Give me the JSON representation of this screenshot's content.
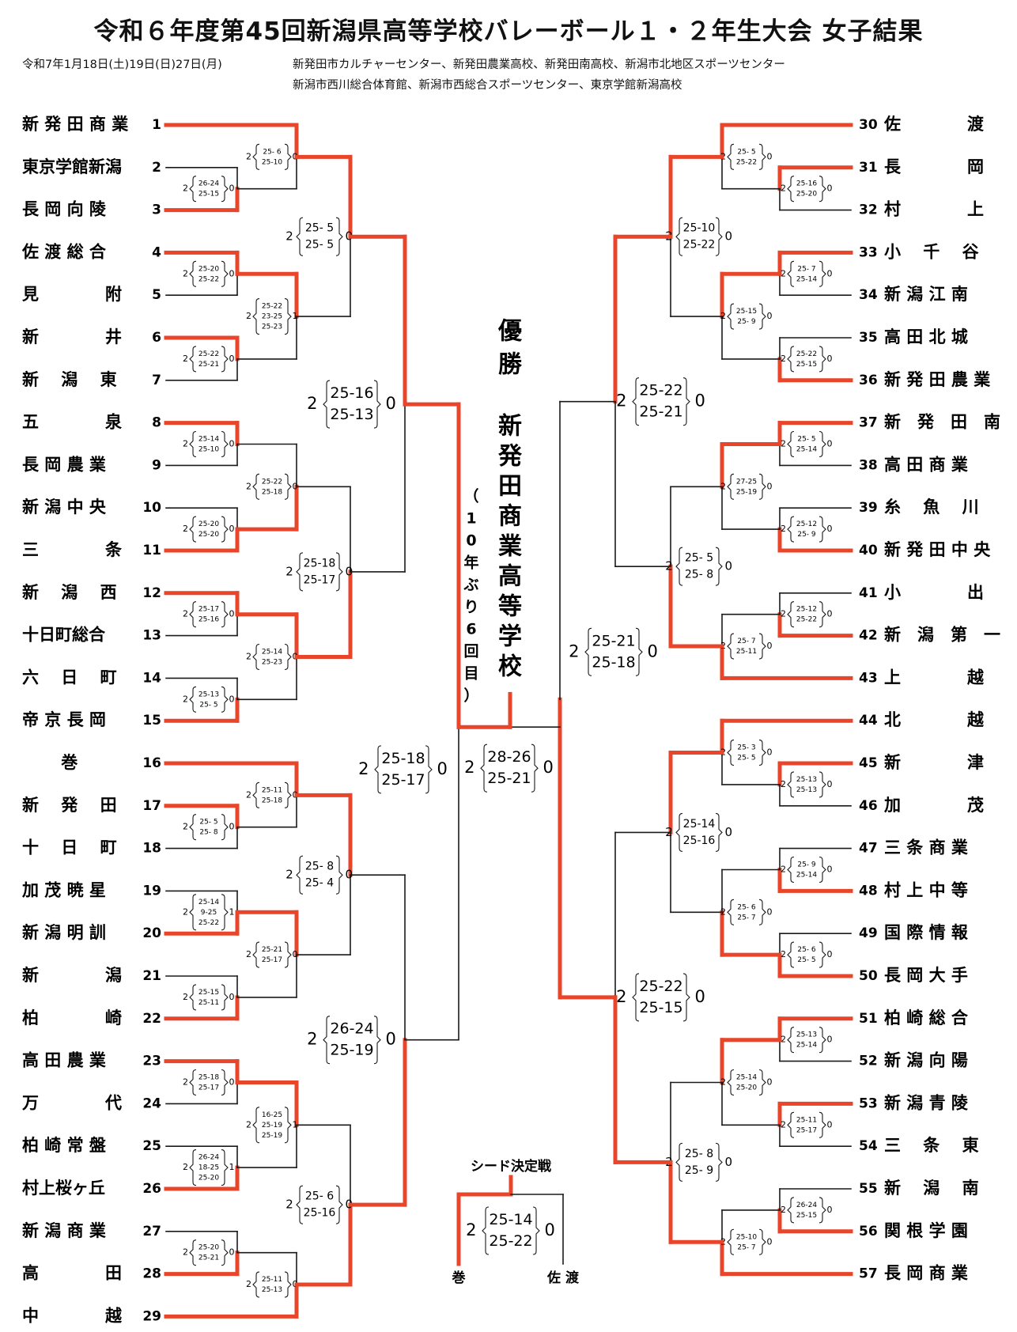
{
  "header": {
    "title": "令和６年度第45回新潟県高等学校バレーボール１・２年生大会 女子結果",
    "dates": "令和7年1月18日(土)19日(日)27日(月)",
    "venue_line1": "新発田市カルチャーセンター、新発田農業高校、新発田南高校、新潟市北地区スポーツセンター",
    "venue_line2": "新潟市西川総合体育館、新潟市西総合スポーツセンター、東京学館新潟高校"
  },
  "colors": {
    "win": "#e8452a",
    "line": "#1a1a1a"
  },
  "left_teams": [
    {
      "num": "1",
      "name": "新 発 田 商 業"
    },
    {
      "num": "2",
      "name": "東京学館新潟"
    },
    {
      "num": "3",
      "name": "長 岡 向 陵"
    },
    {
      "num": "4",
      "name": "佐 渡 総 合"
    },
    {
      "num": "5",
      "name": "見　　　　附"
    },
    {
      "num": "6",
      "name": "新　　　　井"
    },
    {
      "num": "7",
      "name": "新　 潟　 東"
    },
    {
      "num": "8",
      "name": "五　　　　泉"
    },
    {
      "num": "9",
      "name": "長 岡 農 業"
    },
    {
      "num": "10",
      "name": "新 潟 中 央"
    },
    {
      "num": "11",
      "name": "三　　　　条"
    },
    {
      "num": "12",
      "name": "新　 潟　 西"
    },
    {
      "num": "13",
      "name": "十日町総合"
    },
    {
      "num": "14",
      "name": "六　 日　 町"
    },
    {
      "num": "15",
      "name": "帝 京 長 岡"
    },
    {
      "num": "16",
      "name": "　　 巻"
    },
    {
      "num": "17",
      "name": "新　 発　 田"
    },
    {
      "num": "18",
      "name": "十　 日　 町"
    },
    {
      "num": "19",
      "name": "加 茂 暁 星"
    },
    {
      "num": "20",
      "name": "新 潟 明 訓"
    },
    {
      "num": "21",
      "name": "新　　　　潟"
    },
    {
      "num": "22",
      "name": "柏　　　　崎"
    },
    {
      "num": "23",
      "name": "高 田 農 業"
    },
    {
      "num": "24",
      "name": "万　　　　代"
    },
    {
      "num": "25",
      "name": "柏 崎 常 盤"
    },
    {
      "num": "26",
      "name": "村上桜ヶ丘"
    },
    {
      "num": "27",
      "name": "新 潟 商 業"
    },
    {
      "num": "28",
      "name": "高　　　　田"
    },
    {
      "num": "29",
      "name": "中　　　　越"
    }
  ],
  "right_teams": [
    {
      "num": "30",
      "name": "佐　　　　渡"
    },
    {
      "num": "31",
      "name": "長　　　　岡"
    },
    {
      "num": "32",
      "name": "村　　　　上"
    },
    {
      "num": "33",
      "name": "小　 千　 谷"
    },
    {
      "num": "34",
      "name": "新 潟 江 南"
    },
    {
      "num": "35",
      "name": "高 田 北 城"
    },
    {
      "num": "36",
      "name": "新 発 田 農 業"
    },
    {
      "num": "37",
      "name": "新　発　田　南"
    },
    {
      "num": "38",
      "name": "高 田 商 業"
    },
    {
      "num": "39",
      "name": "糸　 魚　 川"
    },
    {
      "num": "40",
      "name": "新 発 田 中 央"
    },
    {
      "num": "41",
      "name": "小　　　　出"
    },
    {
      "num": "42",
      "name": "新　潟　第　一"
    },
    {
      "num": "43",
      "name": "上　　　　越"
    },
    {
      "num": "44",
      "name": "北　　　　越"
    },
    {
      "num": "45",
      "name": "新　　　　津"
    },
    {
      "num": "46",
      "name": "加　　　　茂"
    },
    {
      "num": "47",
      "name": "三 条 商 業"
    },
    {
      "num": "48",
      "name": "村 上 中 等"
    },
    {
      "num": "49",
      "name": "国 際 情 報"
    },
    {
      "num": "50",
      "name": "長 岡 大 手"
    },
    {
      "num": "51",
      "name": "柏 崎 総 合"
    },
    {
      "num": "52",
      "name": "新 潟 向 陽"
    },
    {
      "num": "53",
      "name": "新 潟 青 陵"
    },
    {
      "num": "54",
      "name": "三　 条　 東"
    },
    {
      "num": "55",
      "name": "新　 潟　 南"
    },
    {
      "num": "56",
      "name": "関 根 学 園"
    },
    {
      "num": "57",
      "name": "長 岡 商 業"
    }
  ],
  "champion": {
    "label": "優勝",
    "name": "新発田商業高等学校",
    "note": "（10年ぶり6回目）"
  },
  "seed_match": {
    "label": "シード決定戦",
    "left": "巻",
    "right": "佐 渡",
    "sets": [
      "25-14",
      "25-22"
    ],
    "left_sets_won": "2",
    "right_sets_won": "0"
  },
  "scores": {
    "L_r1": [
      {
        "sets": [
          "26-24",
          "25-15"
        ],
        "w": "2",
        "l": "0"
      },
      {
        "sets": [
          "25-20",
          "25-22"
        ],
        "w": "2",
        "l": "0"
      },
      {
        "sets": [
          "25-22",
          "25-21"
        ],
        "w": "2",
        "l": "0"
      },
      {
        "sets": [
          "25-14",
          "25-10"
        ],
        "w": "2",
        "l": "0"
      },
      {
        "sets": [
          "25-20",
          "25-20"
        ],
        "w": "2",
        "l": "0"
      },
      {
        "sets": [
          "25-17",
          "25-16"
        ],
        "w": "2",
        "l": "0"
      },
      {
        "sets": [
          "25-13",
          "25- 5"
        ],
        "w": "2",
        "l": "0"
      },
      {
        "sets": [
          "25- 5",
          "25- 8"
        ],
        "w": "2",
        "l": "0"
      },
      {
        "sets": [
          "25-14",
          "9-25",
          "25-22"
        ],
        "w": "2",
        "l": "1"
      },
      {
        "sets": [
          "25-15",
          "25-11"
        ],
        "w": "2",
        "l": "0"
      },
      {
        "sets": [
          "25-18",
          "25-17"
        ],
        "w": "2",
        "l": "0"
      },
      {
        "sets": [
          "26-24",
          "18-25",
          "25-20"
        ],
        "w": "2",
        "l": "1"
      },
      {
        "sets": [
          "25-20",
          "25-21"
        ],
        "w": "2",
        "l": "0"
      }
    ],
    "L_r2": [
      {
        "sets": [
          "25- 6",
          "25-10"
        ],
        "w": "2",
        "l": "0"
      },
      {
        "sets": [
          "25-22",
          "23-25",
          "25-23"
        ],
        "w": "2",
        "l": "1"
      },
      {
        "sets": [
          "25-22",
          "25-18"
        ],
        "w": "2",
        "l": "0"
      },
      {
        "sets": [
          "25-14",
          "25-23"
        ],
        "w": "2",
        "l": "0"
      },
      {
        "sets": [
          "25-11",
          "25-18"
        ],
        "w": "2",
        "l": "0"
      },
      {
        "sets": [
          "25-21",
          "25-17"
        ],
        "w": "2",
        "l": "0"
      },
      {
        "sets": [
          "16-25",
          "25-19",
          "25-19"
        ],
        "w": "2",
        "l": "1"
      },
      {
        "sets": [
          "25-11",
          "25-13"
        ],
        "w": "2",
        "l": "0"
      }
    ],
    "L_r3": [
      {
        "sets": [
          "25- 5",
          "25- 5"
        ],
        "w": "2",
        "l": "0"
      },
      {
        "sets": [
          "25-18",
          "25-17"
        ],
        "w": "2",
        "l": "0"
      },
      {
        "sets": [
          "25- 8",
          "25- 4"
        ],
        "w": "2",
        "l": "0"
      },
      {
        "sets": [
          "25- 6",
          "25-16"
        ],
        "w": "2",
        "l": "0"
      }
    ],
    "L_r4": [
      {
        "sets": [
          "25-16",
          "25-13"
        ],
        "w": "2",
        "l": "0"
      },
      {
        "sets": [
          "26-24",
          "25-19"
        ],
        "w": "2",
        "l": "0"
      }
    ],
    "L_semi": {
      "sets": [
        "25-18",
        "25-17"
      ],
      "w": "2",
      "l": "0"
    },
    "final": {
      "sets": [
        "28-26",
        "25-21"
      ],
      "w": "2",
      "l": "0"
    },
    "R_semi": {
      "sets": [
        "25-21",
        "25-18"
      ],
      "w": "2",
      "l": "0"
    },
    "R_r4": [
      {
        "sets": [
          "25-22",
          "25-21"
        ],
        "w": "2",
        "l": "0"
      },
      {
        "sets": [
          "25-22",
          "25-15"
        ],
        "w": "2",
        "l": "0"
      }
    ],
    "R_r3": [
      {
        "sets": [
          "25-10",
          "25-22"
        ],
        "w": "2",
        "l": "0"
      },
      {
        "sets": [
          "25- 5",
          "25- 8"
        ],
        "w": "2",
        "l": "0"
      },
      {
        "sets": [
          "25-14",
          "25-16"
        ],
        "w": "2",
        "l": "0"
      },
      {
        "sets": [
          "25- 8",
          "25- 9"
        ],
        "w": "2",
        "l": "0"
      }
    ],
    "R_r2": [
      {
        "sets": [
          "25- 5",
          "25-22"
        ],
        "w": "2",
        "l": "0"
      },
      {
        "sets": [
          "25-15",
          "25- 9"
        ],
        "w": "2",
        "l": "0"
      },
      {
        "sets": [
          "27-25",
          "25-19"
        ],
        "w": "2",
        "l": "0"
      },
      {
        "sets": [
          "25- 7",
          "25-11"
        ],
        "w": "2",
        "l": "0"
      },
      {
        "sets": [
          "25- 3",
          "25- 5"
        ],
        "w": "2",
        "l": "0"
      },
      {
        "sets": [
          "25- 6",
          "25- 7"
        ],
        "w": "2",
        "l": "0"
      },
      {
        "sets": [
          "25-14",
          "25-20"
        ],
        "w": "2",
        "l": "0"
      },
      {
        "sets": [
          "25-10",
          "25- 7"
        ],
        "w": "2",
        "l": "0"
      }
    ],
    "R_r1": [
      {
        "sets": [
          "25-16",
          "25-20"
        ],
        "w": "2",
        "l": "0"
      },
      {
        "sets": [
          "25- 7",
          "25-14"
        ],
        "w": "2",
        "l": "0"
      },
      {
        "sets": [
          "25-22",
          "25-15"
        ],
        "w": "2",
        "l": "0"
      },
      {
        "sets": [
          "25- 5",
          "25-14"
        ],
        "w": "2",
        "l": "0"
      },
      {
        "sets": [
          "25-12",
          "25- 9"
        ],
        "w": "2",
        "l": "0"
      },
      {
        "sets": [
          "25-12",
          "25-22"
        ],
        "w": "2",
        "l": "0"
      },
      {
        "sets": [
          "25-13",
          "25-13"
        ],
        "w": "2",
        "l": "0"
      },
      {
        "sets": [
          "25- 9",
          "25-14"
        ],
        "w": "2",
        "l": "0"
      },
      {
        "sets": [
          "25- 6",
          "25- 5"
        ],
        "w": "2",
        "l": "0"
      },
      {
        "sets": [
          "25-13",
          "25-14"
        ],
        "w": "2",
        "l": "0"
      },
      {
        "sets": [
          "25-11",
          "25-17"
        ],
        "w": "2",
        "l": "0"
      },
      {
        "sets": [
          "26-24",
          "25-15"
        ],
        "w": "2",
        "l": "0"
      }
    ]
  }
}
